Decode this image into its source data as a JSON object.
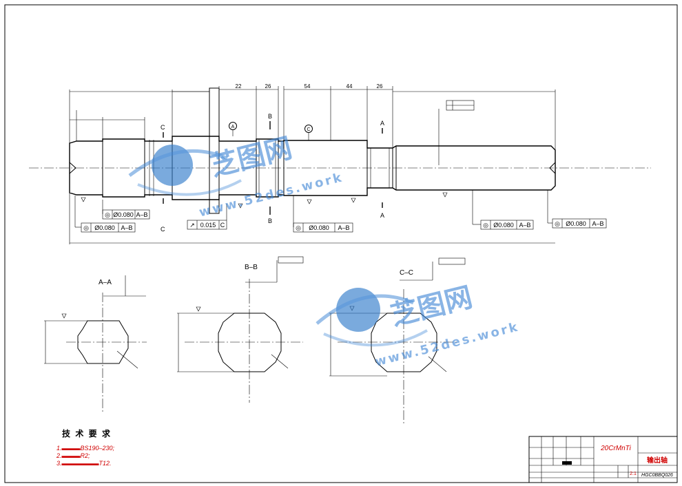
{
  "watermark": {
    "brand": "芝图网",
    "site": "www.52des.work"
  },
  "main_view": {
    "dims_top": [
      "22",
      "26",
      "54",
      "44",
      "26"
    ],
    "section_marks": {
      "a": "A",
      "b": "B",
      "c": "C"
    },
    "datum_a": "A",
    "datum_c": "C",
    "fcf_runout_1": {
      "sym": "◎",
      "val": "Ø0.080",
      "ref": "A–B"
    },
    "fcf_runout_2": {
      "sym": "◎",
      "val": "Ø0.080",
      "ref": "A–B"
    },
    "fcf_runout_3": {
      "sym": "↗",
      "val": "0.015",
      "ref": "C"
    },
    "fcf_runout_4": {
      "sym": "◎",
      "val": "Ø0.080",
      "ref": "A–B"
    },
    "fcf_runout_5": {
      "sym": "◎",
      "val": "Ø0.080",
      "ref": "A–B"
    },
    "fcf_runout_6": {
      "sym": "◎",
      "val": "Ø0.080",
      "ref": "A–B"
    }
  },
  "sections": [
    {
      "label": "A–A"
    },
    {
      "label": "B–B"
    },
    {
      "label": "C–C"
    }
  ],
  "tech_req": {
    "title": "技 术 要 求",
    "items": [
      "1.",
      "2.",
      "3."
    ],
    "item1_tail": "BS190–230;",
    "item2_tail": "R2;",
    "item3_tail": "T12."
  },
  "title_block": {
    "material": "20CrMnTi",
    "part_name": "输出轴",
    "scale": "2:1",
    "drawing_no": "HGC0BBQ026"
  }
}
